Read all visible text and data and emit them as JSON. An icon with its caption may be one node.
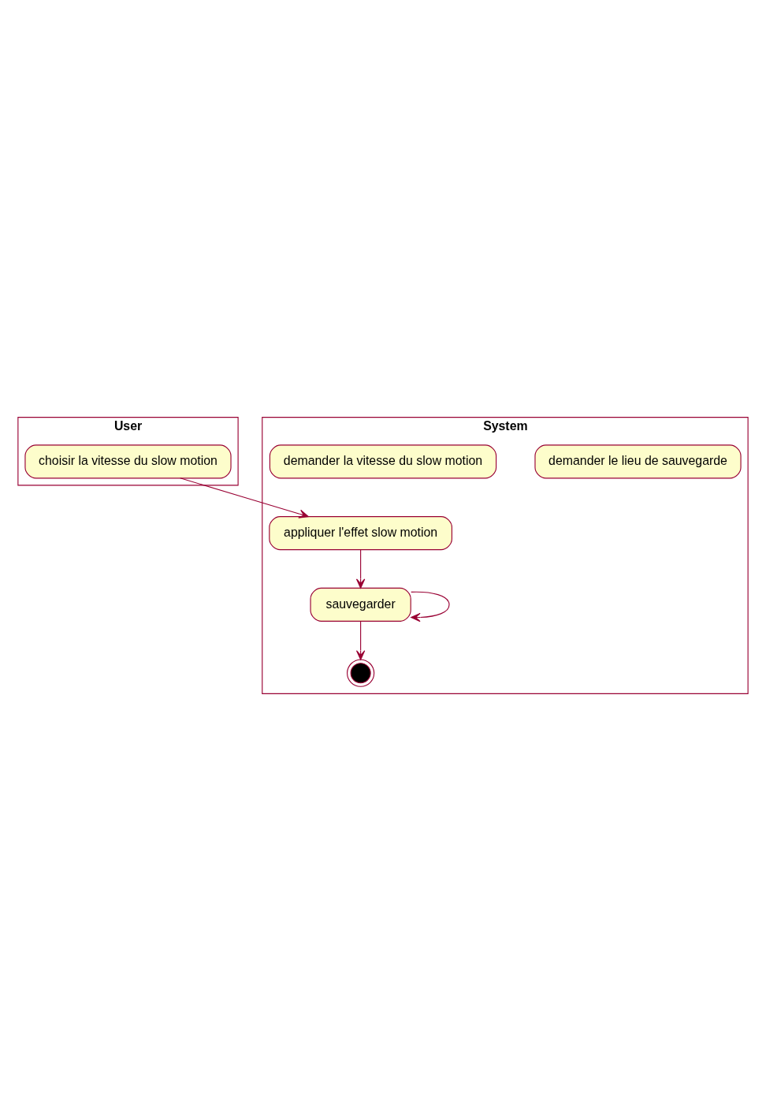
{
  "diagram": {
    "nodes": [
      {
        "text": [
          "User"
        ]
      },
      {
        "text": [
          "System"
        ]
      },
      {
        "text": [
          "demander le lieu de sauvegarde"
        ],
        "in": 1
      },
      {
        "text": [
          "demander la vitesse du slow motion"
        ],
        "in": 1
      },
      {
        "text": [
          "choisir la vitesse du slow motion"
        ],
        "in": 0
      },
      {
        "text": [
          "appliquer l'effet slow motion"
        ],
        "in": 1
      },
      {
        "text": [
          "sauvegarder"
        ],
        "in": 1
      },
      {
        "text": [],
        "shape": "circle",
        "in": 1
      }
    ],
    "edges": [
      {
        "from": 4,
        "to": 5,
        "arrow": "to"
      },
      {
        "from": 5,
        "to": 6,
        "arrow": "to"
      },
      {
        "from": 6,
        "to": 6,
        "arrow": "to"
      },
      {
        "from": 6,
        "to": 7,
        "arrow": "to"
      }
    ]
  }
}
